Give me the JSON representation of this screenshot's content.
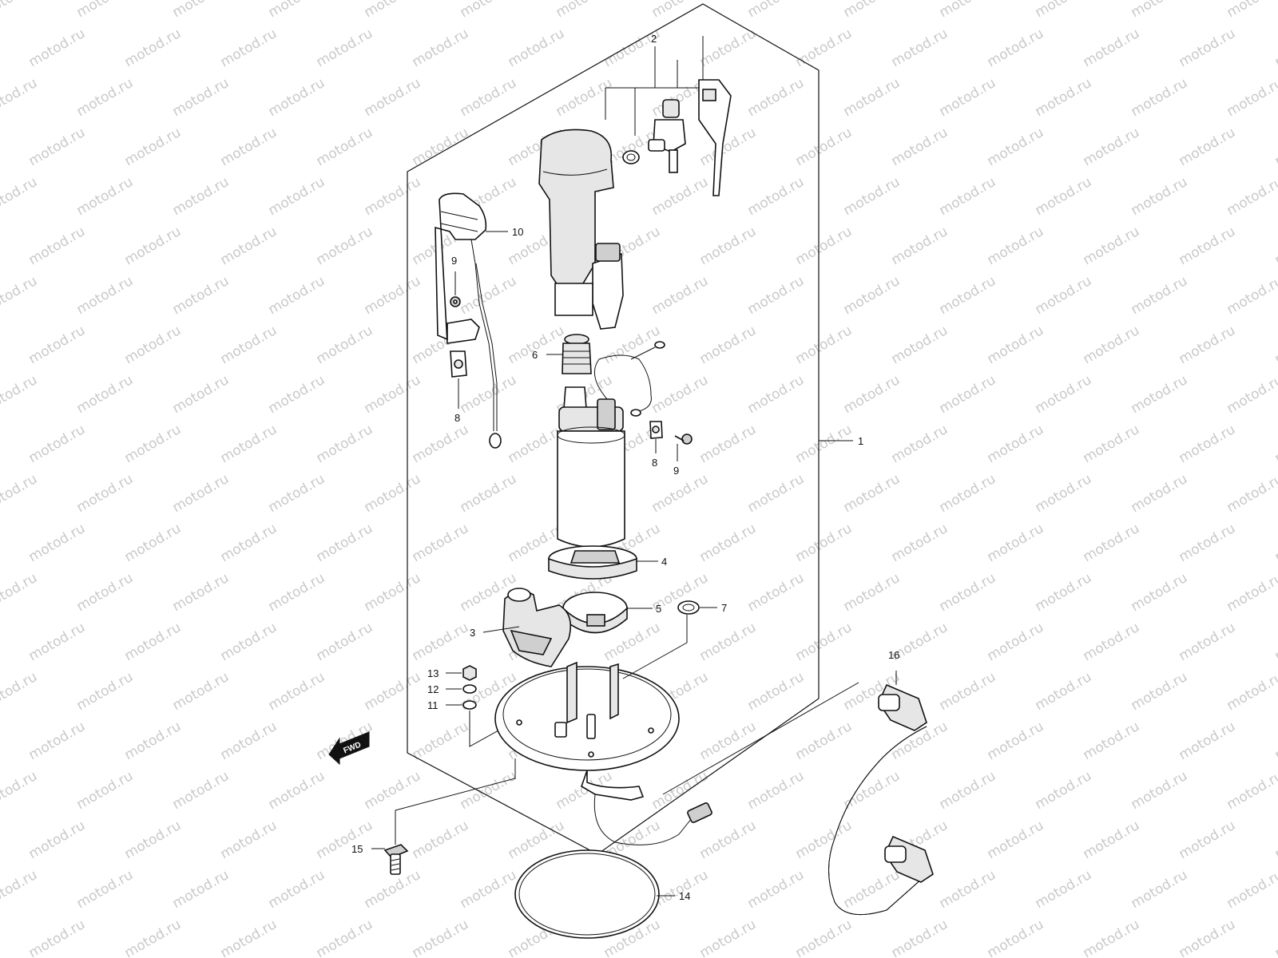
{
  "watermark": {
    "text": "motod.ru"
  },
  "callouts": [
    {
      "id": "1",
      "label": "1"
    },
    {
      "id": "2",
      "label": "2"
    },
    {
      "id": "3",
      "label": "3"
    },
    {
      "id": "4",
      "label": "4"
    },
    {
      "id": "5",
      "label": "5"
    },
    {
      "id": "6",
      "label": "6"
    },
    {
      "id": "7",
      "label": "7"
    },
    {
      "id": "8a",
      "label": "8"
    },
    {
      "id": "8b",
      "label": "8"
    },
    {
      "id": "9a",
      "label": "9"
    },
    {
      "id": "9b",
      "label": "9"
    },
    {
      "id": "10",
      "label": "10"
    },
    {
      "id": "11",
      "label": "11"
    },
    {
      "id": "12",
      "label": "12"
    },
    {
      "id": "13",
      "label": "13"
    },
    {
      "id": "14",
      "label": "14"
    },
    {
      "id": "15",
      "label": "15"
    },
    {
      "id": "16",
      "label": "16"
    }
  ],
  "direction_arrow": {
    "label": "FWD"
  }
}
